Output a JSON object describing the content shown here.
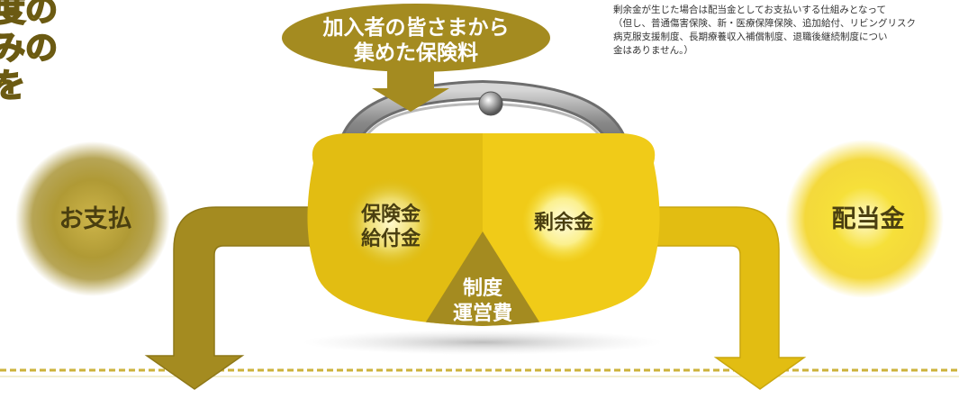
{
  "heading": {
    "line1": "度の",
    "line2": "みの",
    "line3": "を"
  },
  "note": {
    "line1": "剰余金が生じた場合は配当金としてお支払いする仕組みとなって",
    "line2": "（但し、普通傷害保険、新・医療保障保険、追加給付、リビングリスク",
    "line3": "病克服支援制度、長期療養収入補償制度、退職後継続制度につい",
    "line4": "金はありません。）"
  },
  "premium_label": {
    "line1": "加入者の皆さまから",
    "line2": "集めた保険料"
  },
  "segments": {
    "benefits_line1": "保険金",
    "benefits_line2": "給付金",
    "surplus": "剰余金",
    "operating_line1": "制度",
    "operating_line2": "運営費"
  },
  "outcomes": {
    "payment": "お支払",
    "dividend": "配当金"
  },
  "colors": {
    "gold": "#e2bd12",
    "gold_light": "#f3d21e",
    "olive": "#a48b20",
    "olive_dark": "#7c6a1c",
    "frame": "#7b7b7b",
    "text_dark": "#4a3f10"
  }
}
